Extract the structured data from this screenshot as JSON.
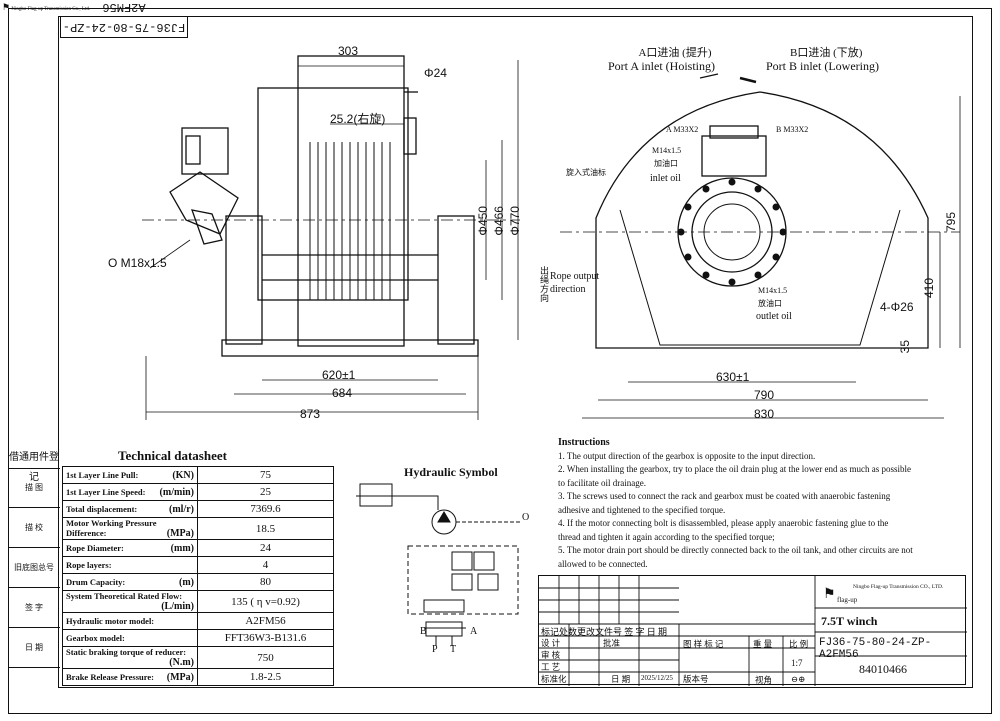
{
  "company_top": "Ningbo Flag-up Transmission Co., Ltd.",
  "rev_code_rotated": "FJ36-75-80-24-ZP-A2FM56",
  "left_drawing": {
    "dims": {
      "top_width": "303",
      "hole": "Φ24",
      "pitch": "25.2(右旋)",
      "d450": "Φ450",
      "d466": "Φ466",
      "d770": "Φ770",
      "port": "O M18x1.5",
      "w620": "620±1",
      "w684": "684",
      "w873": "873"
    }
  },
  "right_drawing": {
    "portA_cn": "A口进油 (提升)",
    "portA_en": "Port A inlet (Hoisting)",
    "portB_cn": "B口进油 (下放)",
    "portB_en": "Port B inlet (Lowering)",
    "a_m33": "A M33X2",
    "b_m33": "B M33X2",
    "inlet_m14": "M14x1.5",
    "inlet_cn": "加油口",
    "inlet_en": "inlet oil",
    "breather": "旋入式油标",
    "outlet_m14": "M14x1.5",
    "outlet_cn": "放油口",
    "outlet_en": "outlet oil",
    "rope_cn": "出绳方向",
    "rope_en": "Rope output direction",
    "dims": {
      "h795": "795",
      "h410": "410",
      "h35": "35",
      "holes": "4-Φ26",
      "w630": "630±1",
      "w790": "790",
      "w830": "830"
    }
  },
  "technical_datasheet": {
    "title": "Technical datasheet",
    "rows": [
      {
        "name": "1st Layer Line Pull:",
        "unit": "(KN)",
        "value": "75"
      },
      {
        "name": "1st Layer Line Speed:",
        "unit": "(m/min)",
        "value": "25"
      },
      {
        "name": "Total displacement:",
        "unit": "(ml/r)",
        "value": "7369.6"
      },
      {
        "name": "Motor Working Pressure Difference:",
        "unit": "(MPa)",
        "value": "18.5"
      },
      {
        "name": "Rope Diameter:",
        "unit": "(mm)",
        "value": "24"
      },
      {
        "name": "Rope layers:",
        "unit": "",
        "value": "4"
      },
      {
        "name": "Drum Capacity:",
        "unit": "(m)",
        "value": "80"
      },
      {
        "name": "System Theoretical Rated Flow:",
        "unit": "(L/min)",
        "value": "135 ( η v=0.92)"
      },
      {
        "name": "Hydraulic motor model:",
        "unit": "",
        "value": "A2FM56"
      },
      {
        "name": "Gearbox model:",
        "unit": "",
        "value": "FFT36W3-B131.6"
      },
      {
        "name": "Static braking torque of reducer:",
        "unit": "(N.m)",
        "value": "750"
      },
      {
        "name": "Brake Release Pressure:",
        "unit": "(MPa)",
        "value": "1.8-2.5"
      }
    ]
  },
  "left_column": [
    "借通用件登记",
    "描 图",
    "描 校",
    "旧底图总号",
    "签 字",
    "日 期"
  ],
  "hydraulic": {
    "title": "Hydraulic Symbol",
    "port_b": "B",
    "port_a": "A",
    "port_p": "P",
    "port_t": "T",
    "port_o": "O"
  },
  "instructions": {
    "title": "Instructions",
    "items": [
      "1. The output direction of the gearbox is opposite to the input direction.",
      "2. When installing the gearbox, try to place the oil drain plug at the lower end as much as possible",
      "to facilitate oil drainage.",
      "3. The screws used to connect the rack and gearbox must be coated with anaerobic fastening",
      "adhesive and tightened to the specified torque.",
      "4. If the motor connecting bolt is disassembled, please apply anaerobic fastening glue to the",
      "thread and tighten it again according to the specified torque;",
      "5. The motor drain port should be directly connected back to the oil tank, and other circuits are not",
      "allowed to be connected."
    ]
  },
  "title_block": {
    "company": "Ningbo Flag-up Transmission CO., LTD.",
    "logo_text": "flag-up",
    "product": "7.5T winch",
    "drawing_no": "FJ36-75-80-24-ZP-A2FM56",
    "part_no": "84010466",
    "row_header": "标记处数更改文件号 签 字 日 期",
    "design": "设 计",
    "check": "审 核",
    "process": "工 艺",
    "standard": "标准化",
    "approve": "批准",
    "date_label": "日 期",
    "date": "2025/12/25",
    "version": "版本号",
    "pattern": "图 样 标 记",
    "weight": "重 量",
    "scale_label": "比 例",
    "scale": "1:7",
    "view": "视角"
  }
}
